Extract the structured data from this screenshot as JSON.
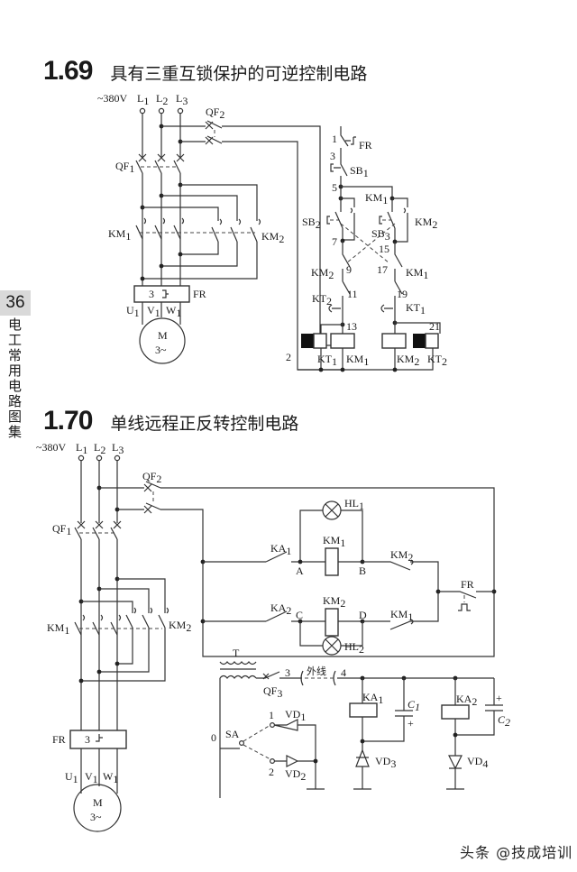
{
  "page": {
    "page_number": "36",
    "book_title": "电工常用电路图集",
    "watermark": "头条 @技成培训"
  },
  "sections": [
    {
      "number": "1.69",
      "title": "具有三重互锁保护的可逆控制电路",
      "labels": {
        "supply": "~380V",
        "L1": "L",
        "L1s": "1",
        "L2": "L",
        "L2s": "2",
        "L3": "L",
        "L3s": "3",
        "QF2": "QF",
        "QF2s": "2",
        "QF1": "QF",
        "QF1s": "1",
        "KM1": "KM",
        "KM1s": "1",
        "KM2": "KM",
        "KM2s": "2",
        "FR": "FR",
        "FR_poles": "3",
        "U1": "U",
        "U1s": "1",
        "V1": "V",
        "V1s": "1",
        "W1": "W",
        "W1s": "1",
        "motor_M": "M",
        "motor_phase": "3~",
        "n1": "1",
        "n2": "2",
        "n3": "3",
        "n5": "5",
        "n7": "7",
        "n9": "9",
        "n11": "11",
        "n13": "13",
        "n15": "15",
        "n17": "17",
        "n19": "19",
        "n21": "21",
        "ctl_FR": "FR",
        "SB1": "SB",
        "SB1s": "1",
        "SB2": "SB",
        "SB2s": "2",
        "SB3": "SB",
        "SB3s": "3",
        "c_KM1_a": "KM",
        "c_KM1_as": "1",
        "c_KM2_a": "KM",
        "c_KM2_as": "2",
        "c_KM2_b": "KM",
        "c_KM2_bs": "2",
        "c_KM1_b": "KM",
        "c_KM1_bs": "1",
        "KT2c": "KT",
        "KT2cs": "2",
        "KT1c": "KT",
        "KT1cs": "1",
        "coil_KT1": "KT",
        "coil_KT1s": "1",
        "coil_KM1": "KM",
        "coil_KM1s": "1",
        "coil_KM2": "KM",
        "coil_KM2s": "2",
        "coil_KT2": "KT",
        "coil_KT2s": "2"
      }
    },
    {
      "number": "1.70",
      "title": "单线远程正反转控制电路",
      "labels": {
        "supply": "~380V",
        "L1": "L",
        "L1s": "1",
        "L2": "L",
        "L2s": "2",
        "L3": "L",
        "L3s": "3",
        "QF2": "QF",
        "QF2s": "2",
        "QF1": "QF",
        "QF1s": "1",
        "KM1": "KM",
        "KM1s": "1",
        "KM2": "KM",
        "KM2s": "2",
        "FR": "FR",
        "FR_poles": "3",
        "U1": "U",
        "U1s": "1",
        "V1": "V",
        "V1s": "1",
        "W1": "W",
        "W1s": "1",
        "motor_M": "M",
        "motor_phase": "3~",
        "HL1": "HL",
        "HL1s": "1",
        "HL2": "HL",
        "HL2s": "2",
        "coil_KM1": "KM",
        "coil_KM1s": "1",
        "coil_KM2": "KM",
        "coil_KM2s": "2",
        "KA1c": "KA",
        "KA1cs": "1",
        "KA2c": "KA",
        "KA2cs": "2",
        "A": "A",
        "B": "B",
        "C": "C",
        "D": "D",
        "il_KM2": "KM",
        "il_KM2s": "2",
        "il_KM1": "KM",
        "il_KM1s": "1",
        "ctl_FR": "FR",
        "T": "T",
        "QF3": "QF",
        "QF3s": "3",
        "w3": "3",
        "ext_line": "外线",
        "w4": "4",
        "SA": "SA",
        "sa0": "0",
        "sa1": "1",
        "sa2": "2",
        "VD1": "VD",
        "VD1s": "1",
        "VD2": "VD",
        "VD2s": "2",
        "VD3": "VD",
        "VD3s": "3",
        "VD4": "VD",
        "VD4s": "4",
        "KA1": "KA",
        "KA1s": "1",
        "KA2": "KA",
        "KA2s": "2",
        "C1": "C",
        "C1s": "1",
        "C2": "C",
        "C2s": "2",
        "plus": "+"
      }
    }
  ]
}
